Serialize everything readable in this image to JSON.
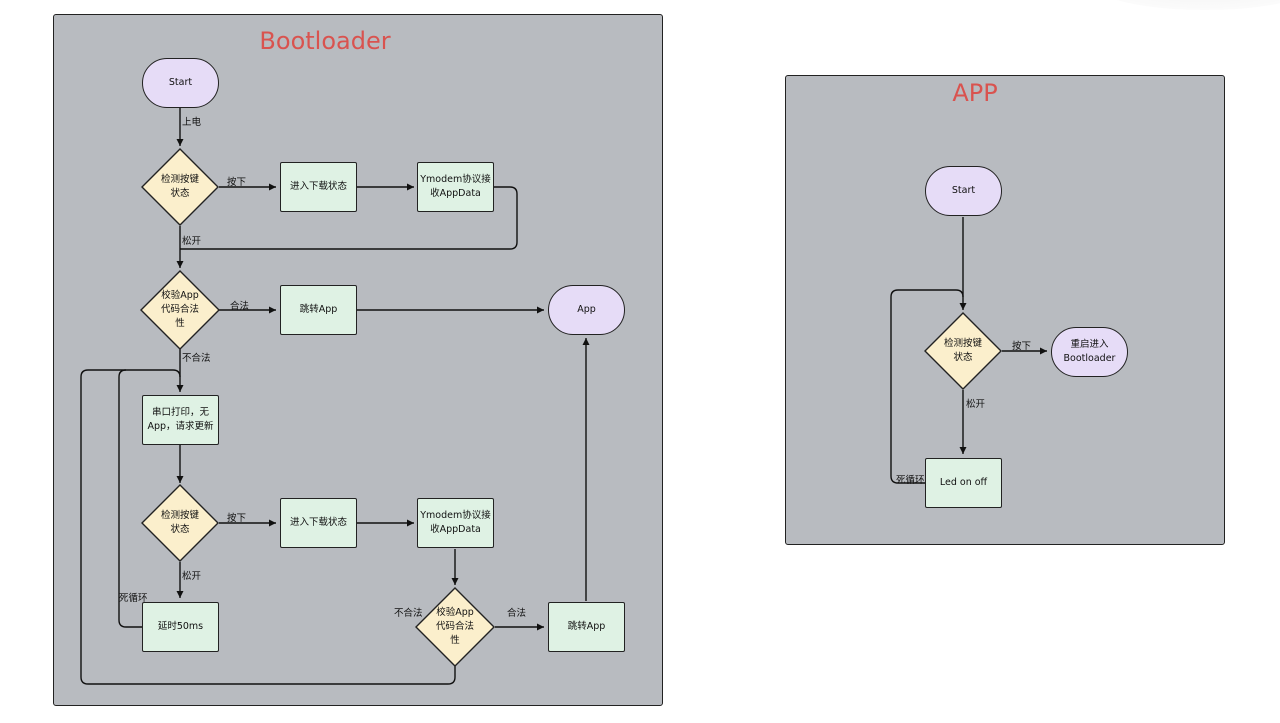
{
  "bootloader": {
    "title": "Bootloader",
    "start": "Start",
    "power_on": "上电",
    "check_key_1": "检测按键\n状态",
    "pressed_1": "按下",
    "enter_download_1": "进入下载状态",
    "ymodem_1": "Ymodem协议接\n收AppData",
    "released_1": "松开",
    "verify_1": "校验App\n代码合法\n性",
    "legal_1": "合法",
    "jump_app_1": "跳转App",
    "app": "App",
    "illegal_1": "不合法",
    "uart_print": "串口打印，无\nApp，请求更新",
    "check_key_2": "检测按键\n状态",
    "pressed_2": "按下",
    "enter_download_2": "进入下载状态",
    "ymodem_2": "Ymodem协议接\n收AppData",
    "released_2": "松开",
    "dead_loop": "死循环",
    "delay": "延时50ms",
    "illegal_2": "不合法",
    "verify_2": "校验App\n代码合法\n性",
    "legal_2": "合法",
    "jump_app_2": "跳转App"
  },
  "app_panel": {
    "title": "APP",
    "start": "Start",
    "check_key": "检测按键\n状态",
    "pressed": "按下",
    "restart_bootloader": "重启进入\nBootloader",
    "released": "松开",
    "dead_loop": "死循环",
    "led": "Led on off"
  },
  "colors": {
    "panel_bg": "#b8bbc0",
    "title": "#d9534f",
    "process": "#dff2e4",
    "terminal": "#e6dcf7",
    "decision": "#fbefcc"
  }
}
